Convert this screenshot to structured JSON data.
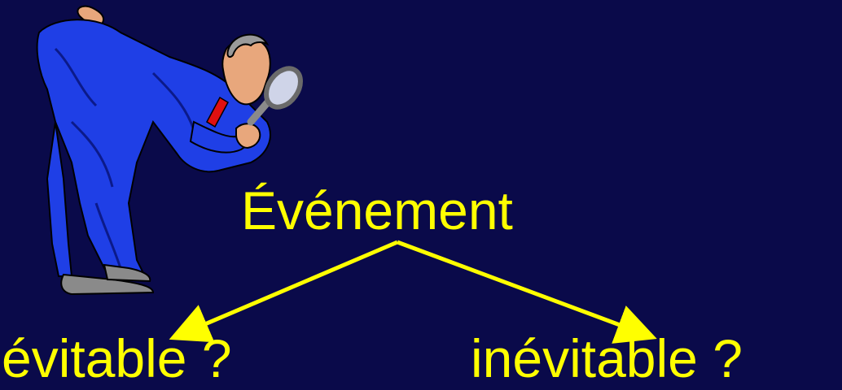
{
  "slide": {
    "main_term": "Événement",
    "options": [
      {
        "label": "évitable ?"
      },
      {
        "label": "inévitable ?"
      }
    ]
  },
  "colors": {
    "background": "#0a0a4a",
    "text": "#ffff00",
    "arrows": "#ffff00",
    "suit": "#1f3fe6",
    "suit_shadow": "#0b1a8a",
    "skin": "#e8a77c",
    "hair": "#9a9a9a",
    "tie": "#e01010",
    "shoe": "#8a8a8a"
  },
  "illustration": {
    "icon": "detective-magnifying-glass-icon"
  }
}
